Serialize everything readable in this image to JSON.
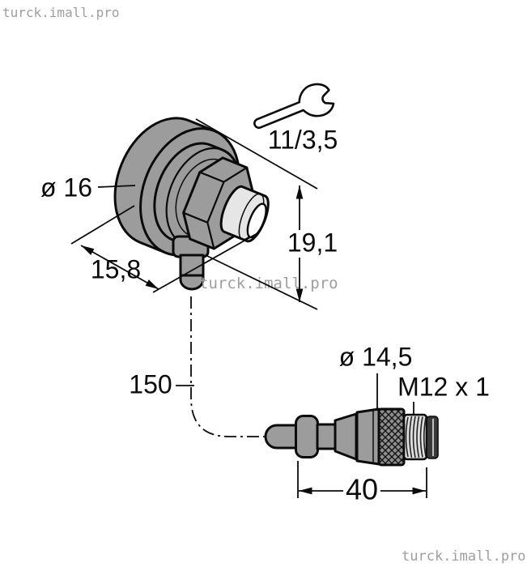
{
  "watermarks": {
    "top_left": "turck.imall.pro",
    "middle": "turck.imall.pro",
    "bottom_right": "turck.imall.pro"
  },
  "dimensions": {
    "housing_diameter": "ø 16",
    "housing_depth": "15,8",
    "overall_height": "19,1",
    "wrench_size": "11/3,5",
    "cable_length": "150",
    "connector_diameter": "ø 14,5",
    "connector_thread": "M12 x 1",
    "connector_length": "40"
  },
  "icons": {
    "wrench": "open-end-wrench"
  },
  "colors": {
    "background": "#ffffff",
    "line_ink": "#0b0b0b",
    "housing_gray": "#9c9c9c",
    "knurl_gray": "#8f8f8f",
    "tip_gray": "#e6e6e6",
    "face_white": "#ffffff",
    "thread_light": "#dedede",
    "cap_dark": "#3a3a3a",
    "watermark_gray": "#9e9e9e"
  }
}
